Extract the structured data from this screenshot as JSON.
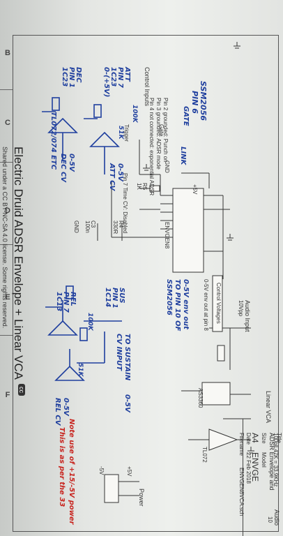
{
  "zones": [
    "B",
    "C",
    "D",
    "E",
    "F"
  ],
  "printed": {
    "pin_notes": [
      "Pin 2 grounded: Punch on",
      "Pin 3 grounded: ADSR mode",
      "Pin 4 not connected: exponential ADSR"
    ],
    "control_inputs": "Control Inputs",
    "pin7_time": "Pin 7 Time CV: Disabled",
    "gate": "Gate",
    "trigger": "Trigger",
    "gnd": "GND",
    "plus5v": "+5V",
    "minus5v": "-5V",
    "envgen": "ENVGEN8",
    "c3": "C3",
    "c3_val": "100n",
    "r4": "R4",
    "r4_val": "330R",
    "r5": "R5",
    "r5_val": "1K",
    "audio_input": "Audio Input",
    "audio_level": "10Vpp",
    "linear_vca": "Linear VCA",
    "vca_formula": "100p‖ 47K = 33.9KHz",
    "control_voltages": "Control Voltages",
    "env_out": "0-5V env out at pin 8",
    "as3360": "AS3360",
    "tl072": "TL072",
    "power": "Power",
    "audio_out": "Audio",
    "audio_out_level": "10",
    "electric_druid": "Electric Druid ADSR Envelope + Linear VCA",
    "license": "Shared under a CC BY-NC-SA 4.0 license. Some rights reserved.",
    "cc": "cc",
    "title_label": "Title",
    "title_value": "ADSR Envelope and",
    "size_label": "Size",
    "size_value": "A4",
    "model_label": "Model",
    "model_value": "ENVGE",
    "date_label": "Date",
    "date_value": "22 Feb 2018",
    "filename_label": "Filename",
    "filename_value": "ENVGEN8VCA.sch"
  },
  "handwritten": {
    "ssm_pin": [
      "SSM2056",
      "PIN 6"
    ],
    "gate_arrow": "GATE",
    "link": "LINK",
    "att": [
      "ATT",
      "PIN 7",
      "1C23",
      "0-(+5V)"
    ],
    "dec": [
      "DEC",
      "PIN 1",
      "1C23"
    ],
    "att_cv": [
      "0-5V",
      "ATT CV"
    ],
    "dec_cv": [
      "0-5V",
      "DEC CV"
    ],
    "tl072_etc": "TL072/074 ETC",
    "r100k": "100K",
    "r51k": "51K",
    "sus": [
      "SUS",
      "PIN 1",
      "1C14"
    ],
    "to_pin10": [
      "0-5V env out",
      "TO PIN 10 OF",
      "SSM2056"
    ],
    "to_sustain": [
      "TO SUSTAIN",
      "CV INPUT"
    ],
    "sus_cv": "0-5V",
    "rel": [
      "REL",
      "PIN 7",
      "1C13"
    ],
    "rel_cv": [
      "0-5V",
      "REL CV"
    ],
    "note": [
      "Note use of +15/-5V power",
      "This is as per the 33"
    ]
  }
}
